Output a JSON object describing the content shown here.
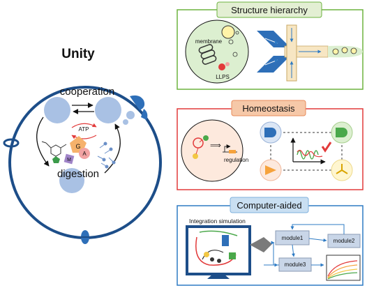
{
  "left": {
    "title": "Unity",
    "cooperation": "cooperation",
    "digestion": "digestion",
    "atp": "ATP",
    "letters": [
      "G",
      "A",
      "M"
    ]
  },
  "panels": {
    "structure": {
      "title": "Structure hierarchy",
      "membrane": "membrane",
      "llps": "LLPS",
      "colors": {
        "border": "#6db33f",
        "tag_bg": "#e3efd3"
      }
    },
    "homeostasis": {
      "title": "Homeostasis",
      "regulation": "regulation",
      "colors": {
        "border": "#e23a3a",
        "tag_bg": "#f6c8a8"
      }
    },
    "computer": {
      "title": "Computer-aided",
      "integration": "Integration simulation",
      "module1": "module1",
      "module2": "module2",
      "module3": "module3",
      "colors": {
        "border": "#2e7bc4",
        "tag_bg": "#c9dff2"
      }
    }
  },
  "colors": {
    "cell_border": "#1d4e89",
    "blue_fill": "#a9c1e4",
    "green_fill": "#dcefd0",
    "cream_fill": "#f7e6c3"
  }
}
